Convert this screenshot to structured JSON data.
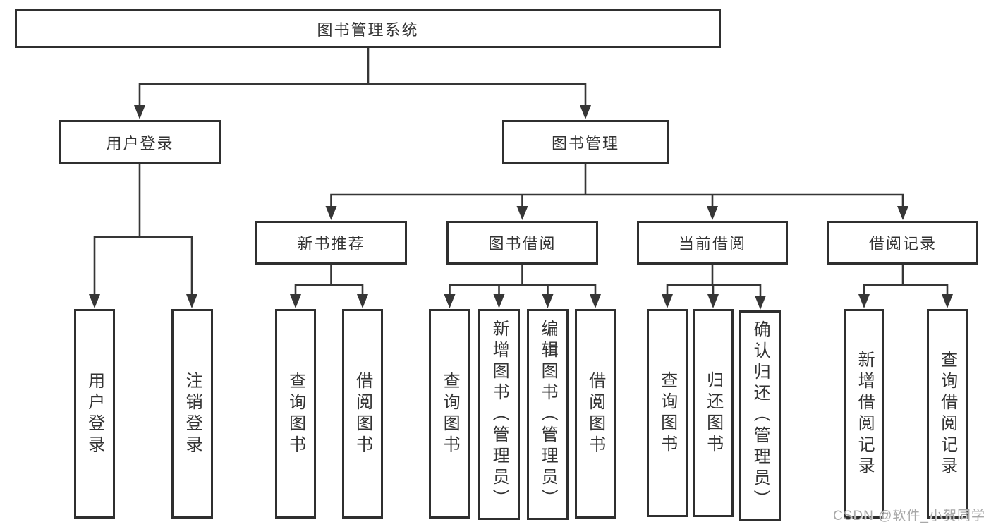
{
  "tree": {
    "root": {
      "label": "图书管理系统"
    },
    "level2": [
      {
        "label": "用户登录",
        "children": [
          {
            "label": "用户登录"
          },
          {
            "label": "注销登录"
          }
        ]
      },
      {
        "label": "图书管理",
        "children": [
          {
            "label": "新书推荐",
            "children": [
              {
                "label": "查询图书"
              },
              {
                "label": "借阅图书"
              }
            ]
          },
          {
            "label": "图书借阅",
            "children": [
              {
                "label": "查询图书"
              },
              {
                "label": "新增图书（管理员）"
              },
              {
                "label": "编辑图书（管理员）"
              },
              {
                "label": "借阅图书"
              }
            ]
          },
          {
            "label": "当前借阅",
            "children": [
              {
                "label": "查询图书"
              },
              {
                "label": "归还图书"
              },
              {
                "label": "确认归还（管理员）"
              }
            ]
          },
          {
            "label": "借阅记录",
            "children": [
              {
                "label": "新增借阅记录"
              },
              {
                "label": "查询借阅记录"
              }
            ]
          }
        ]
      }
    ]
  },
  "watermark": {
    "text": "CSDN @软件_小贺同学"
  },
  "colors": {
    "line": "#363636",
    "box_border": "#2f2f2f",
    "text": "#333333",
    "background": "#ffffff",
    "watermark": "#a8a8a8"
  }
}
